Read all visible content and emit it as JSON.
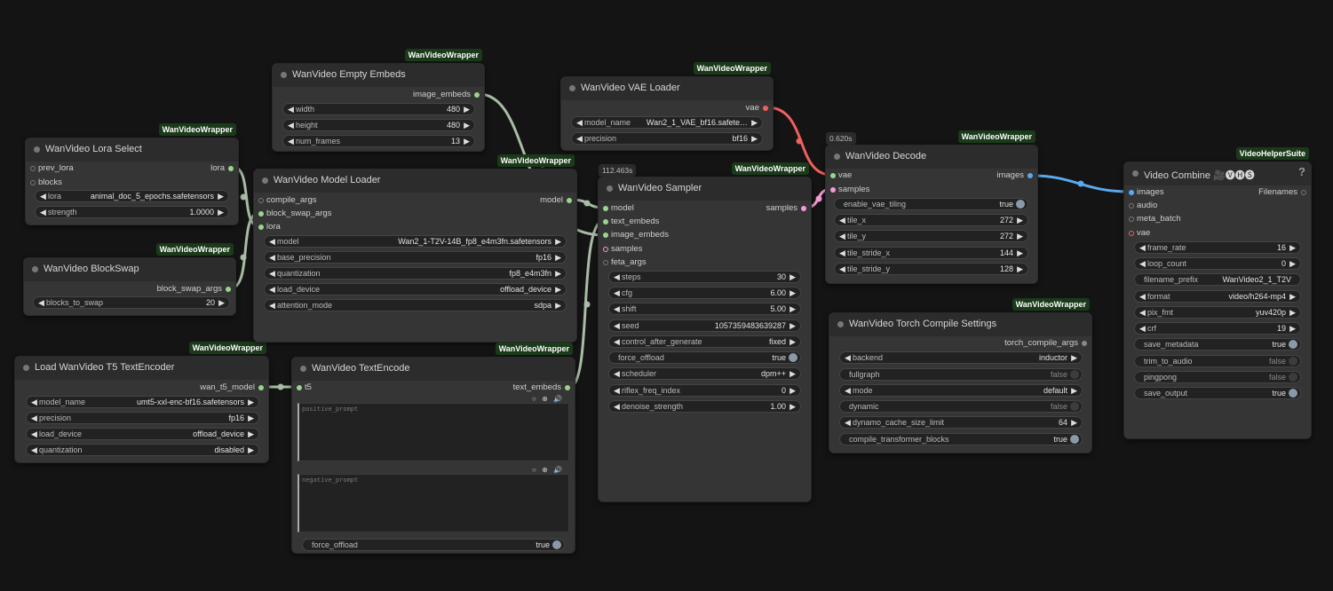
{
  "nodes": {
    "lora": {
      "badge": "WanVideoWrapper",
      "title": "WanVideo Lora Select",
      "inputs": [
        "prev_lora",
        "blocks"
      ],
      "output": "lora",
      "widgets": [
        {
          "label": "lora",
          "value": "animal_doc_5_epochs.safetensors"
        },
        {
          "label": "strength",
          "value": "1.0000"
        }
      ]
    },
    "blockswap": {
      "badge": "WanVideoWrapper",
      "title": "WanVideo BlockSwap",
      "output": "block_swap_args",
      "widgets": [
        {
          "label": "blocks_to_swap",
          "value": "20"
        }
      ]
    },
    "t5": {
      "badge": "WanVideoWrapper",
      "title": "Load WanVideo T5 TextEncoder",
      "output": "wan_t5_model",
      "widgets": [
        {
          "label": "model_name",
          "value": "umt5-xxl-enc-bf16.safetensors"
        },
        {
          "label": "precision",
          "value": "fp16"
        },
        {
          "label": "load_device",
          "value": "offload_device"
        },
        {
          "label": "quantization",
          "value": "disabled"
        }
      ]
    },
    "embeds": {
      "badge": "WanVideoWrapper",
      "title": "WanVideo Empty Embeds",
      "output": "image_embeds",
      "widgets": [
        {
          "label": "width",
          "value": "480"
        },
        {
          "label": "height",
          "value": "480"
        },
        {
          "label": "num_frames",
          "value": "13"
        }
      ]
    },
    "model": {
      "badge": "WanVideoWrapper",
      "title": "WanVideo Model Loader",
      "inputs": [
        "compile_args",
        "block_swap_args",
        "lora"
      ],
      "output": "model",
      "widgets": [
        {
          "label": "model",
          "value": "Wan2_1-T2V-14B_fp8_e4m3fn.safetensors"
        },
        {
          "label": "base_precision",
          "value": "fp16"
        },
        {
          "label": "quantization",
          "value": "fp8_e4m3fn"
        },
        {
          "label": "load_device",
          "value": "offload_device"
        },
        {
          "label": "attention_mode",
          "value": "sdpa"
        }
      ]
    },
    "textencode": {
      "badge": "WanVideoWrapper",
      "title": "WanVideo TextEncode",
      "input": "t5",
      "output": "text_embeds",
      "positive_placeholder": "positive_prompt",
      "negative_placeholder": "negative_prompt",
      "toggle": {
        "label": "force_offload",
        "value": "true"
      }
    },
    "vae": {
      "badge": "WanVideoWrapper",
      "title": "WanVideo VAE Loader",
      "output": "vae",
      "widgets": [
        {
          "label": "model_name",
          "value": "Wan2_1_VAE_bf16.safete…"
        },
        {
          "label": "precision",
          "value": "bf16"
        }
      ]
    },
    "sampler": {
      "badge": "WanVideoWrapper",
      "time": "112.463s",
      "title": "WanVideo Sampler",
      "inputs": [
        "model",
        "text_embeds",
        "image_embeds",
        "samples",
        "feta_args"
      ],
      "output": "samples",
      "widgets": [
        {
          "label": "steps",
          "value": "30"
        },
        {
          "label": "cfg",
          "value": "6.00"
        },
        {
          "label": "shift",
          "value": "5.00"
        },
        {
          "label": "seed",
          "value": "1057359483639287"
        },
        {
          "label": "control_after_generate",
          "value": "fixed"
        },
        {
          "label": "force_offload",
          "value": "true"
        },
        {
          "label": "scheduler",
          "value": "dpm++"
        },
        {
          "label": "riflex_freq_index",
          "value": "0"
        },
        {
          "label": "denoise_strength",
          "value": "1.00"
        }
      ]
    },
    "decode": {
      "badge": "WanVideoWrapper",
      "time": "0.620s",
      "title": "WanVideo Decode",
      "inputs": [
        "vae",
        "samples"
      ],
      "output": "images",
      "widgets": [
        {
          "label": "enable_vae_tiling",
          "value": "true"
        },
        {
          "label": "tile_x",
          "value": "272"
        },
        {
          "label": "tile_y",
          "value": "272"
        },
        {
          "label": "tile_stride_x",
          "value": "144"
        },
        {
          "label": "tile_stride_y",
          "value": "128"
        }
      ]
    },
    "compile": {
      "badge": "WanVideoWrapper",
      "title": "WanVideo Torch Compile Settings",
      "output": "torch_compile_args",
      "widgets": [
        {
          "label": "backend",
          "value": "inductor"
        },
        {
          "label": "fullgraph",
          "value": "false"
        },
        {
          "label": "mode",
          "value": "default"
        },
        {
          "label": "dynamic",
          "value": "false"
        },
        {
          "label": "dynamo_cache_size_limit",
          "value": "64"
        },
        {
          "label": "compile_transformer_blocks",
          "value": "true"
        }
      ]
    },
    "combine": {
      "badge": "VideoHelperSuite",
      "title": "Video Combine 🎥🅥🅗🅢",
      "help": "?",
      "inputs": [
        "images",
        "audio",
        "meta_batch",
        "vae"
      ],
      "output": "Filenames",
      "widgets": [
        {
          "label": "frame_rate",
          "value": "16"
        },
        {
          "label": "loop_count",
          "value": "0"
        },
        {
          "label": "filename_prefix",
          "value": "WanVideo2_1_T2V"
        },
        {
          "label": "format",
          "value": "video/h264-mp4"
        },
        {
          "label": "pix_fmt",
          "value": "yuv420p"
        },
        {
          "label": "crf",
          "value": "19"
        },
        {
          "label": "save_metadata",
          "value": "true"
        },
        {
          "label": "trim_to_audio",
          "value": "false"
        },
        {
          "label": "pingpong",
          "value": "false"
        },
        {
          "label": "save_output",
          "value": "true"
        }
      ]
    }
  },
  "colors": {
    "canvas": "#141414",
    "node_body": "#353535",
    "node_title": "#2c2c2c",
    "badge": "#1a3a1a",
    "wire_default": "#a9bda6",
    "wire_vae": "#f06060",
    "wire_samples": "#f59bd7",
    "wire_images": "#5aa9ee"
  }
}
